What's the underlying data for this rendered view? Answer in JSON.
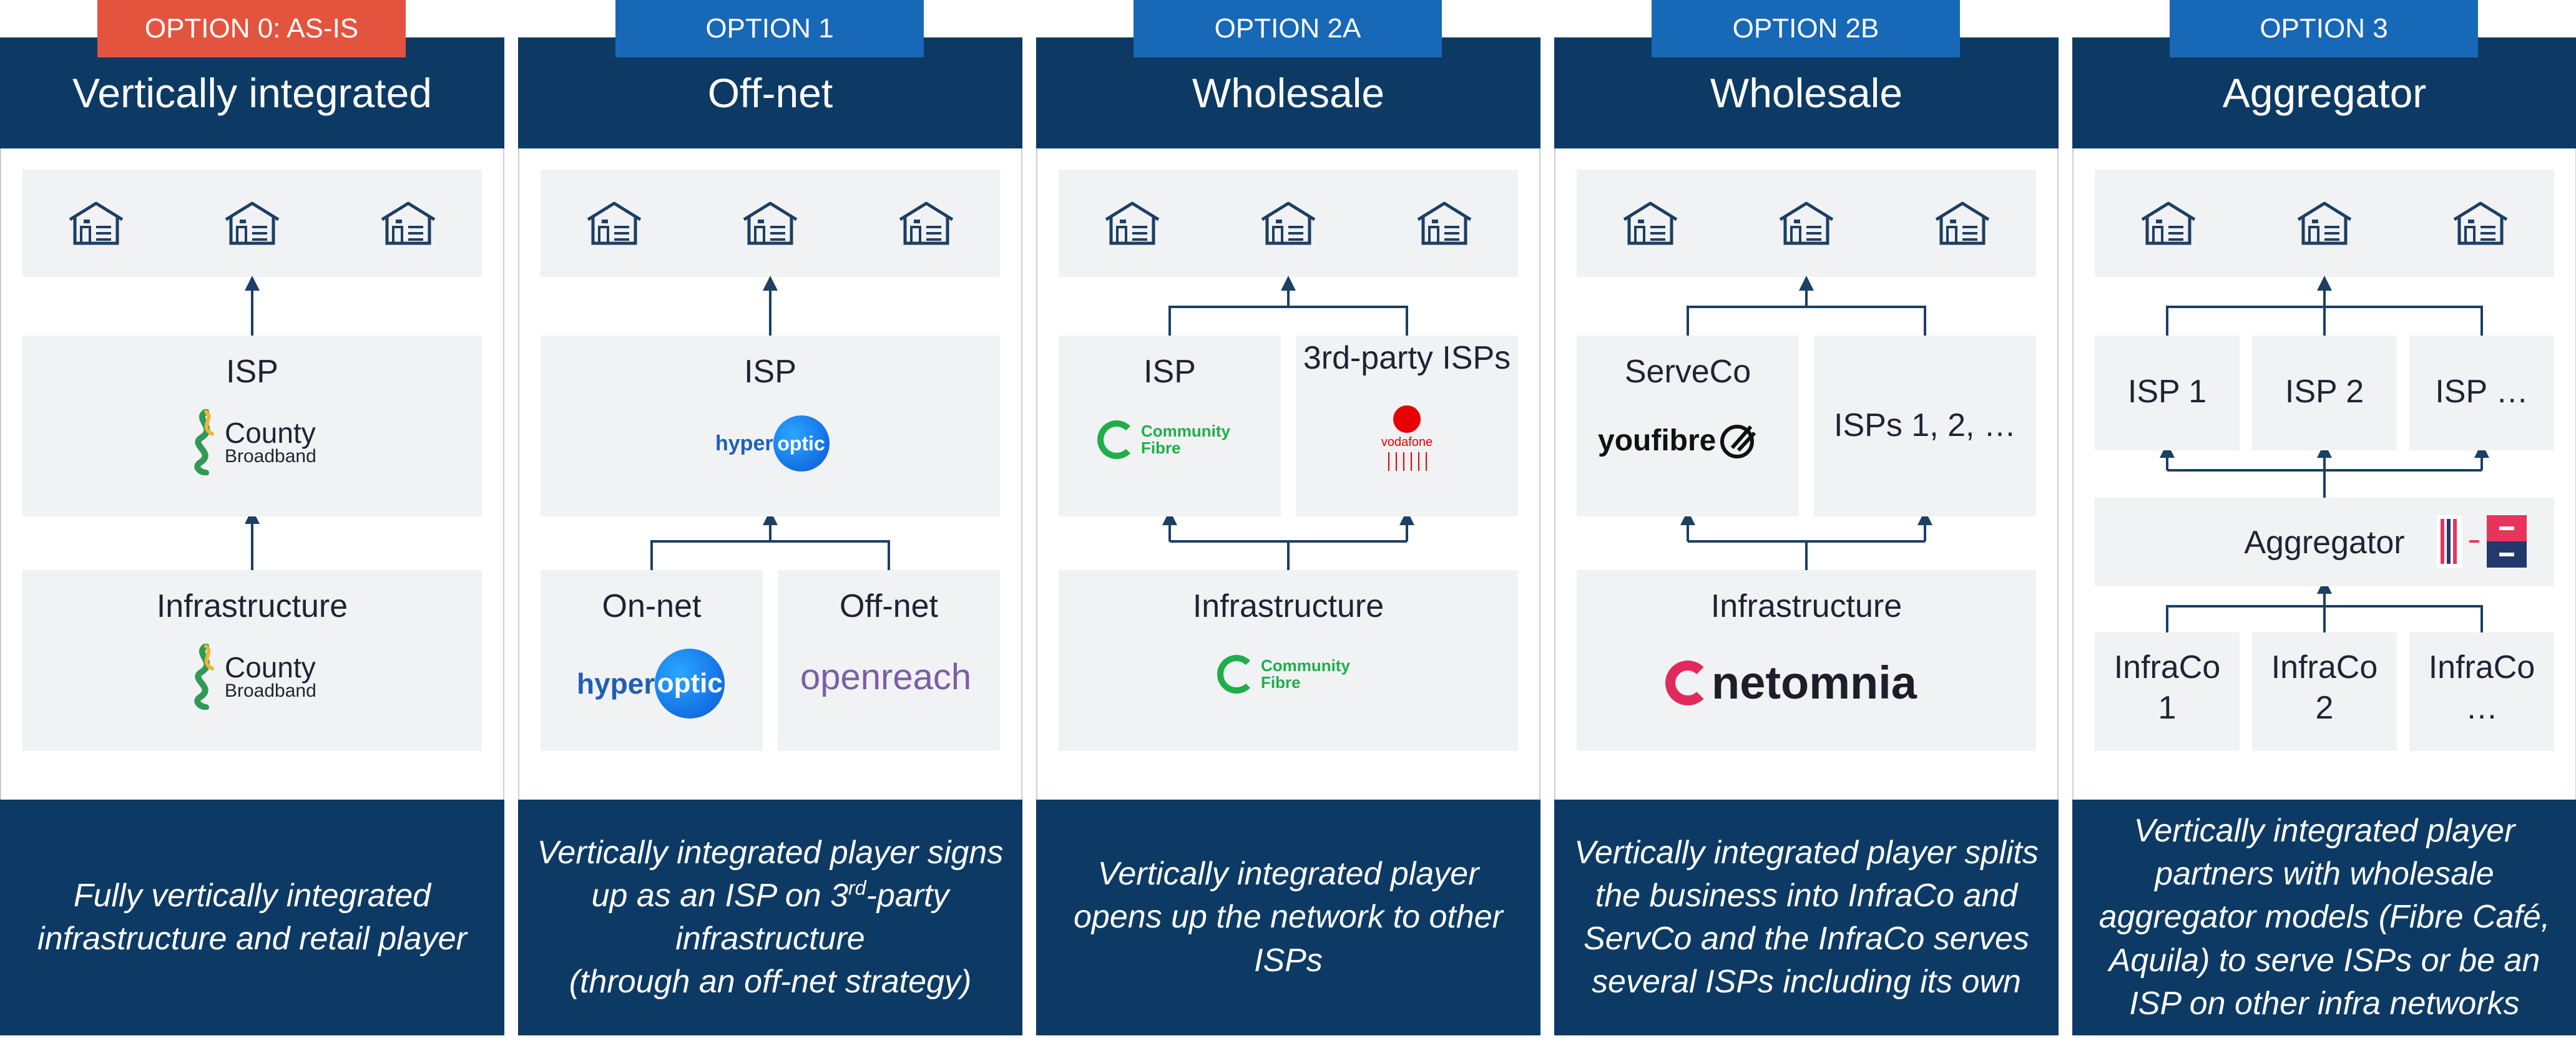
{
  "options": [
    {
      "tag": "OPTION 0: AS-IS",
      "tag_color": "#e3543f",
      "title": "Vertically integrated",
      "footer": "Fully vertically integrated infrastructure and retail player",
      "isp_label": "ISP",
      "isp_logo_line1": "County",
      "isp_logo_line2": "Broadband",
      "infra_label": "Infrastructure",
      "infra_logo_line1": "County",
      "infra_logo_line2": "Broadband"
    },
    {
      "tag": "OPTION 1",
      "tag_color": "#1768b7",
      "title": "Off-net",
      "footer_line1": "Vertically integrated player signs",
      "footer_line2_pre": "up as an ISP on 3",
      "footer_line2_sup": "rd",
      "footer_line2_post": "-party",
      "footer_line3": "infrastructure",
      "footer_line4": "(through an off-net strategy)",
      "isp_label": "ISP",
      "isp_logo_a": "hyper",
      "isp_logo_b": "optic",
      "onnet_label": "On-net",
      "onnet_logo_a": "hyper",
      "onnet_logo_b": "optic",
      "offnet_label": "Off-net",
      "offnet_logo": "openreach"
    },
    {
      "tag": "OPTION 2A",
      "tag_color": "#1768b7",
      "title": "Wholesale",
      "footer": "Vertically integrated player opens up the network to other ISPs",
      "isp_label": "ISP",
      "isp_logo_line1": "Community",
      "isp_logo_line2": "Fibre",
      "third_label": "3rd-party ISPs",
      "third_logo": "vodafone",
      "infra_label": "Infrastructure",
      "infra_logo_line1": "Community",
      "infra_logo_line2": "Fibre"
    },
    {
      "tag": "OPTION 2B",
      "tag_color": "#1768b7",
      "title": "Wholesale",
      "footer": "Vertically integrated player splits the business into InfraCo and ServCo and the InfraCo serves several ISPs including its own",
      "servco_label": "ServeCo",
      "servco_logo": "youfibre",
      "isps_label": "ISPs 1, 2, …",
      "infra_label": "Infrastructure",
      "infra_logo": "netomnia"
    },
    {
      "tag": "OPTION 3",
      "tag_color": "#1768b7",
      "title": "Aggregator",
      "footer": "Vertically integrated player partners with wholesale aggregator models (Fibre Café, Aquila) to serve ISPs or be an ISP on other infra networks",
      "isps": [
        "ISP 1",
        "ISP 2",
        "ISP …"
      ],
      "aggregator_label": "Aggregator",
      "infracos": [
        {
          "line1": "InfraCo",
          "line2": "1"
        },
        {
          "line1": "InfraCo",
          "line2": "2"
        },
        {
          "line1": "InfraCo",
          "line2": "…"
        }
      ]
    }
  ],
  "icons": {
    "home": "home-building-icon",
    "arrow": "arrow-up-icon"
  },
  "colors": {
    "navy": "#0c3a64",
    "blue_tag": "#1768b7",
    "red_tag": "#e3543f",
    "panel_bg": "#f1f2f4",
    "connector": "#1c3f63"
  }
}
